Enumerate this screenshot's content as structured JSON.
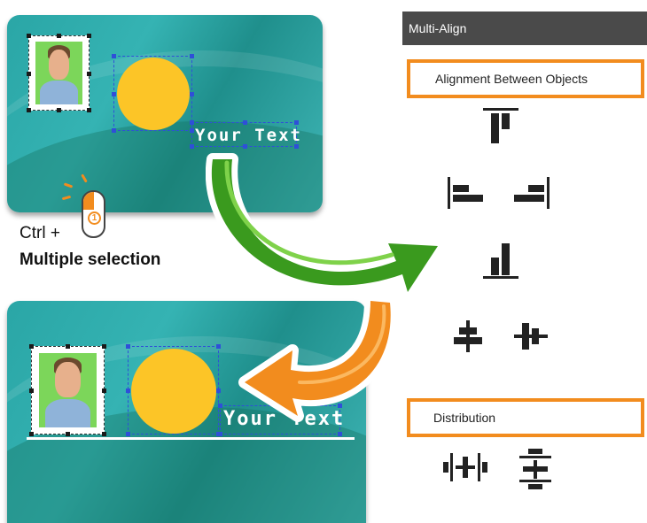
{
  "card_top": {
    "text": "Your Text"
  },
  "card_bottom": {
    "text": "Your Text"
  },
  "instruction": {
    "mouse_badge": "1",
    "ctrl_label": "Ctrl +",
    "multi_label": "Multiple selection"
  },
  "panel": {
    "title": "Multi-Align",
    "alignment_section": "Alignment Between Objects",
    "distribution_section": "Distribution",
    "align_tools": [
      "align-top",
      "align-left",
      "align-right",
      "align-bottom",
      "align-center-horizontal",
      "align-center-vertical"
    ],
    "distribution_tools": [
      "distribute-horizontal",
      "distribute-vertical"
    ]
  },
  "colors": {
    "accent_orange": "#f28c1e",
    "panel_header": "#4a4a4a",
    "card_teal": "#2aa6a6",
    "circle_yellow": "#fcc527",
    "photo_green": "#7cd65a",
    "arrow_green": "#3a9a1e",
    "selection_blue": "#2f4fd8"
  }
}
